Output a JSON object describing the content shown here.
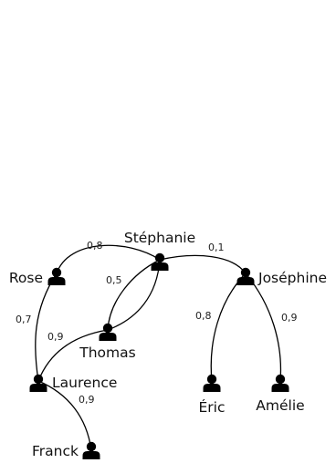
{
  "nodes": {
    "stephanie": {
      "label": "Stéphanie",
      "icon": "person-icon"
    },
    "rose": {
      "label": "Rose",
      "icon": "person-icon"
    },
    "josephine": {
      "label": "Joséphine",
      "icon": "person-icon"
    },
    "thomas": {
      "label": "Thomas",
      "icon": "person-icon"
    },
    "laurence": {
      "label": "Laurence",
      "icon": "person-icon"
    },
    "franck": {
      "label": "Franck",
      "icon": "person-icon"
    },
    "eric": {
      "label": "Éric",
      "icon": "person-icon"
    },
    "amelie": {
      "label": "Amélie",
      "icon": "person-icon"
    }
  },
  "edges": [
    {
      "from": "rose",
      "to": "stephanie",
      "weight": "0,8"
    },
    {
      "from": "stephanie",
      "to": "josephine",
      "weight": "0,1"
    },
    {
      "from": "thomas",
      "to": "stephanie",
      "weight": "0,5"
    },
    {
      "from": "rose",
      "to": "laurence",
      "weight": "0,7"
    },
    {
      "from": "laurence",
      "to": "stephanie",
      "weight": "0,9"
    },
    {
      "from": "laurence",
      "to": "franck",
      "weight": "0,9"
    },
    {
      "from": "josephine",
      "to": "eric",
      "weight": "0,8"
    },
    {
      "from": "josephine",
      "to": "amelie",
      "weight": "0,9"
    }
  ]
}
